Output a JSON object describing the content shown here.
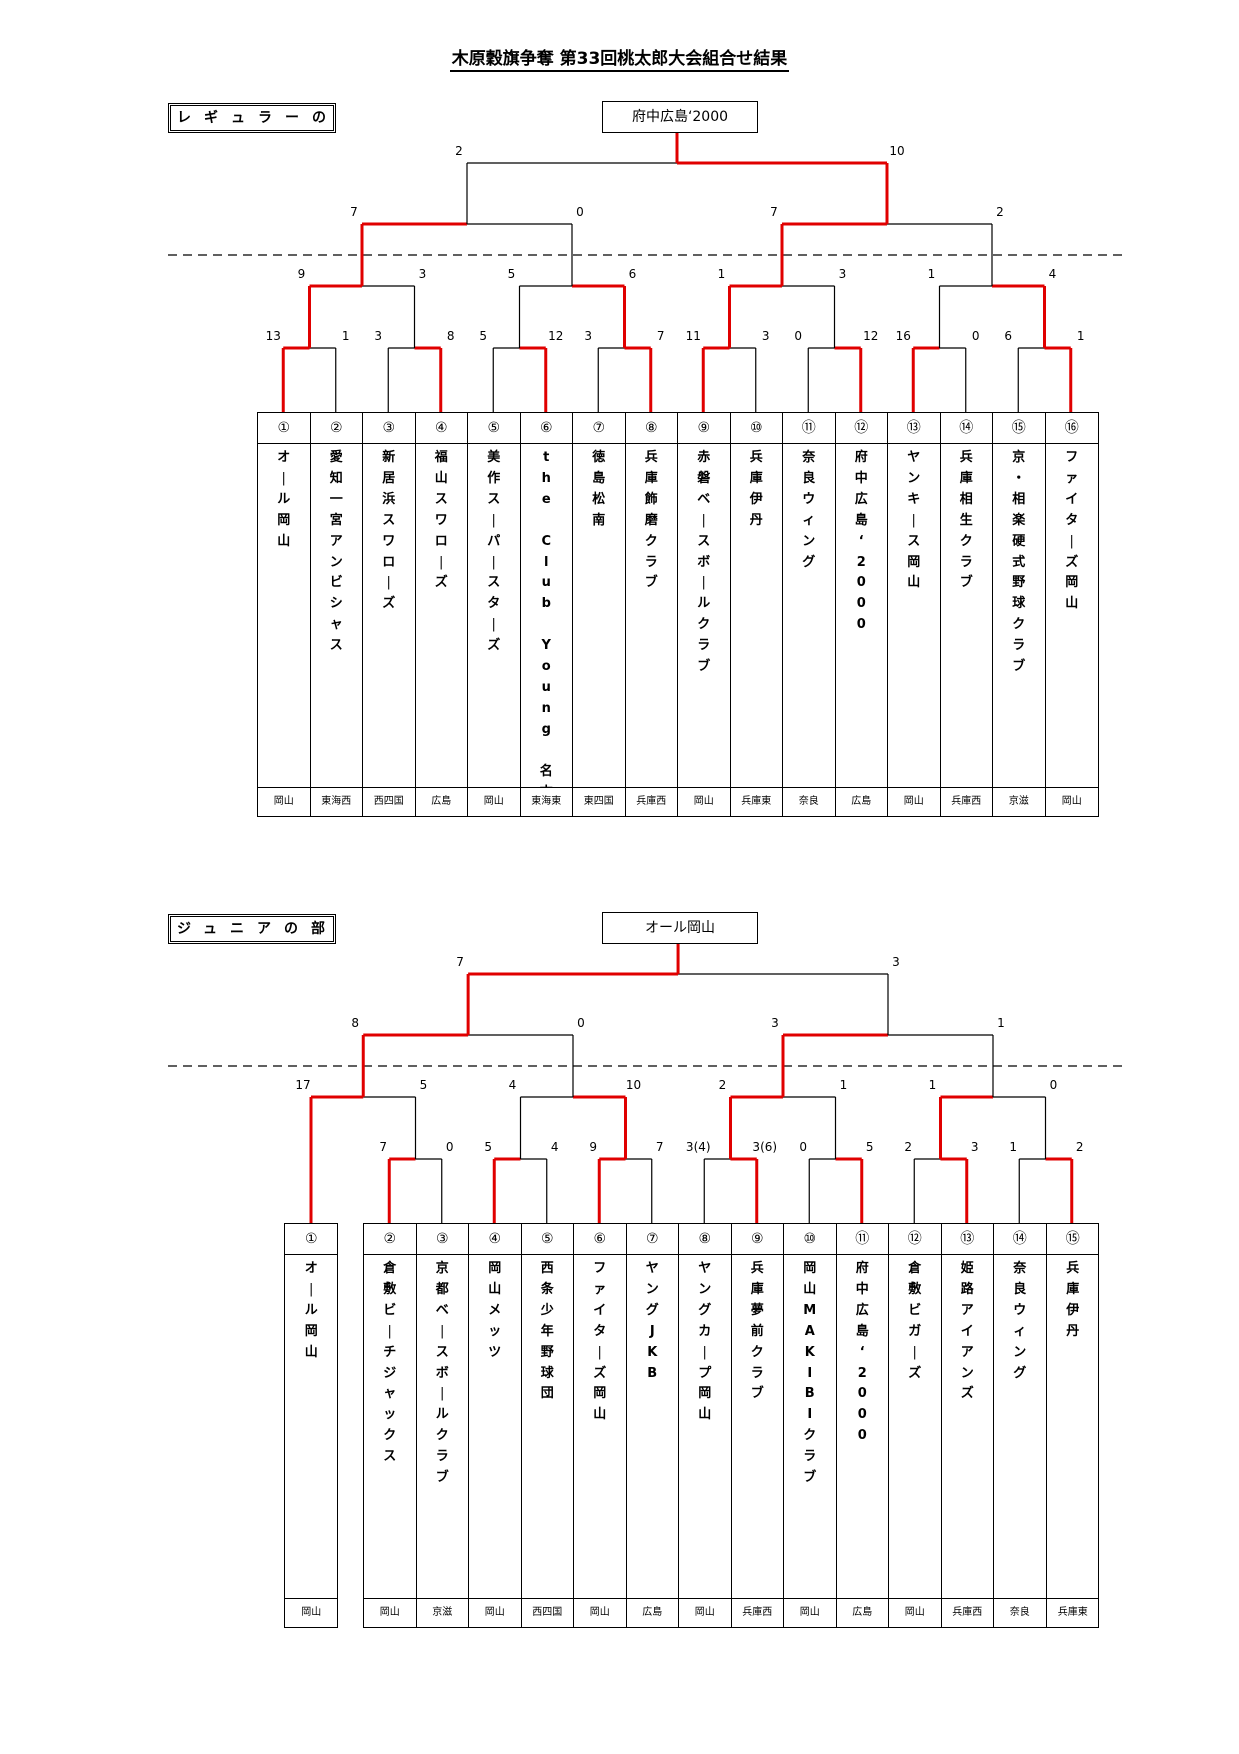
{
  "title": "木原穀旗争奪 第33回桃太郎大会組合せ結果",
  "sections": [
    {
      "id": "regular",
      "label": "レギュラーの部",
      "champion": "府中広島‘2000",
      "teams": [
        {
          "num": "①",
          "name": "オール岡山",
          "region": "岡山"
        },
        {
          "num": "②",
          "name": "愛知一宮アンビシャス",
          "region": "東海西"
        },
        {
          "num": "③",
          "name": "新居浜スワローズ",
          "region": "西四国"
        },
        {
          "num": "④",
          "name": "福山スワローズ",
          "region": "広島"
        },
        {
          "num": "⑤",
          "name": "美作スーパースターズ",
          "region": "岡山"
        },
        {
          "num": "⑥",
          "name": "the Club Young 名古屋A",
          "region": "東海東"
        },
        {
          "num": "⑦",
          "name": "徳島松南",
          "region": "東四国"
        },
        {
          "num": "⑧",
          "name": "兵庫飾磨クラブ",
          "region": "兵庫西"
        },
        {
          "num": "⑨",
          "name": "赤磐ベースボールクラブ",
          "region": "岡山"
        },
        {
          "num": "⑩",
          "name": "兵庫伊丹",
          "region": "兵庫東"
        },
        {
          "num": "⑪",
          "name": "奈良ウィング",
          "region": "奈良"
        },
        {
          "num": "⑫",
          "name": "府中広島‘2000",
          "region": "広島"
        },
        {
          "num": "⑬",
          "name": "ヤンキース岡山",
          "region": "岡山"
        },
        {
          "num": "⑭",
          "name": "兵庫相生クラブ",
          "region": "兵庫西"
        },
        {
          "num": "⑮",
          "name": "京・相楽硬式野球クラブ",
          "region": "京滋"
        },
        {
          "num": "⑯",
          "name": "ファイターズ岡山",
          "region": "岡山"
        }
      ],
      "scores": {
        "final": [
          "2",
          "10"
        ],
        "semis": [
          [
            "7",
            "0"
          ],
          [
            "7",
            "2"
          ]
        ],
        "quarters": [
          [
            "9",
            "3"
          ],
          [
            "5",
            "6"
          ],
          [
            "1",
            "3"
          ],
          [
            "1",
            "4"
          ]
        ],
        "first": [
          [
            "13",
            "1"
          ],
          [
            "3",
            "8"
          ],
          [
            "5",
            "12"
          ],
          [
            "3",
            "7"
          ],
          [
            "11",
            "3"
          ],
          [
            "0",
            "12"
          ],
          [
            "16",
            "0"
          ],
          [
            "6",
            "1"
          ]
        ]
      }
    },
    {
      "id": "junior",
      "label": "ジュニアの部",
      "champion": "オール岡山",
      "teams": [
        {
          "num": "①",
          "name": "オール岡山",
          "region": "岡山"
        },
        {
          "num": "②",
          "name": "倉敷ビーチジャックス",
          "region": "岡山"
        },
        {
          "num": "③",
          "name": "京都ベースボールクラブ",
          "region": "京滋"
        },
        {
          "num": "④",
          "name": "岡山メッツ",
          "region": "岡山"
        },
        {
          "num": "⑤",
          "name": "西条少年野球団",
          "region": "西四国"
        },
        {
          "num": "⑥",
          "name": "ファイターズ岡山",
          "region": "岡山"
        },
        {
          "num": "⑦",
          "name": "ヤングJKB",
          "region": "広島"
        },
        {
          "num": "⑧",
          "name": "ヤングカープ岡山",
          "region": "岡山"
        },
        {
          "num": "⑨",
          "name": "兵庫夢前クラブ",
          "region": "兵庫西"
        },
        {
          "num": "⑩",
          "name": "岡山MAKIBIクラブ",
          "region": "岡山"
        },
        {
          "num": "⑪",
          "name": "府中広島‘2000",
          "region": "広島"
        },
        {
          "num": "⑫",
          "name": "倉敷ビガーズ",
          "region": "岡山"
        },
        {
          "num": "⑬",
          "name": "姫路アイアンズ",
          "region": "兵庫西"
        },
        {
          "num": "⑭",
          "name": "奈良ウィング",
          "region": "奈良"
        },
        {
          "num": "⑮",
          "name": "兵庫伊丹",
          "region": "兵庫東"
        }
      ],
      "scores": {
        "final": [
          "7",
          "3"
        ],
        "semis": [
          [
            "8",
            "0"
          ],
          [
            "3",
            "1"
          ]
        ],
        "quarters": [
          [
            "17",
            "5"
          ],
          [
            "4",
            "10"
          ],
          [
            "2",
            "1"
          ],
          [
            "1",
            "0"
          ]
        ],
        "first": [
          [
            "7",
            "0"
          ],
          [
            "5",
            "4"
          ],
          [
            "9",
            "7"
          ],
          [
            "3(4)",
            "3(6)"
          ],
          [
            "0",
            "5"
          ],
          [
            "2",
            "3"
          ],
          [
            "1",
            "2"
          ]
        ]
      }
    }
  ],
  "colors": {
    "winner_line": "#e00000",
    "line": "#000000"
  }
}
